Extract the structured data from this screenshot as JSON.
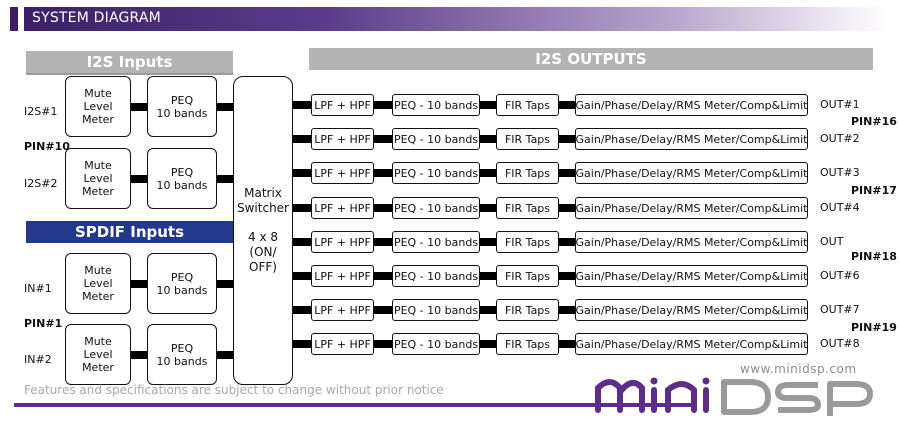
{
  "header": {
    "title": "SYSTEM DIAGRAM"
  },
  "inputs": {
    "i2s_title": "I2S Inputs",
    "spdif_title": "SPDIF Inputs",
    "i2s": [
      {
        "label": "I2S#1",
        "mute": "Mute\nLevel\nMeter",
        "peq": "PEQ\n10 bands"
      },
      {
        "label": "I2S#2",
        "mute": "Mute\nLevel\nMeter",
        "peq": "PEQ\n10 bands"
      }
    ],
    "spdif": [
      {
        "label": "IN#1",
        "mute": "Mute\nLevel\nMeter",
        "peq": "PEQ\n10 bands"
      },
      {
        "label": "IN#2",
        "mute": "Mute\nLevel\nMeter",
        "peq": "PEQ\n10 bands"
      }
    ],
    "pins": [
      "PIN#10",
      "PIN#1"
    ]
  },
  "matrix": {
    "title": "Matrix\nSwitcher",
    "size": "4 x 8\n(ON/\nOFF)"
  },
  "outputs": {
    "title": "I2S OUTPUTS",
    "lpf": "LPF + HPF",
    "peq": "PEQ - 10 bands",
    "fir": "FIR Taps",
    "gain": "Gain/Phase/Delay/RMS Meter/Comp&Limit",
    "labels": [
      "OUT#1",
      "OUT#2",
      "OUT#3",
      "OUT#4",
      "OUT",
      "OUT#6",
      "OUT#7",
      "OUT#8"
    ],
    "pins": [
      "PIN#16",
      "PIN#17",
      "PIN#18",
      "PIN#19"
    ]
  },
  "footer": {
    "note": "Features and specifications are subject to change without prior notice",
    "url": "www.minidsp.com",
    "logo": "miniDSP"
  }
}
